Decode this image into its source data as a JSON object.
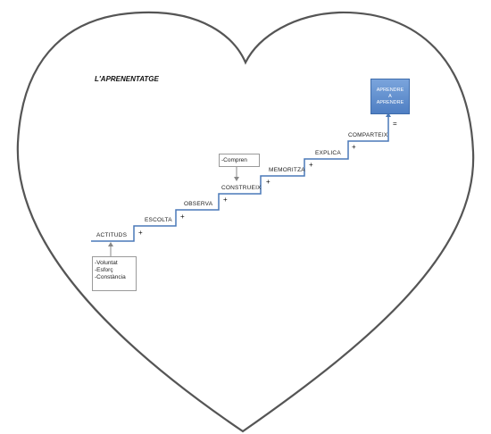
{
  "title": "L'APRENENTATGE",
  "steps": [
    "ACTITUDS",
    "ESCOLTA",
    "OBSERVA",
    "CONSTRUEIX",
    "MEMORITZA",
    "EXPLICA",
    "COMPARTEIX"
  ],
  "plus_sign": "+",
  "equals_sign": "=",
  "attitudes_box": [
    "-Voluntat",
    "-Esforç",
    "-Constància"
  ],
  "understand_box": "-Compren",
  "goal": [
    "APRENDRE",
    "A",
    "APRENDRE"
  ],
  "colors": {
    "stair_line": "#4a79b8",
    "heart_outline": "#555555",
    "goal_fill": "#5b8bd0"
  }
}
